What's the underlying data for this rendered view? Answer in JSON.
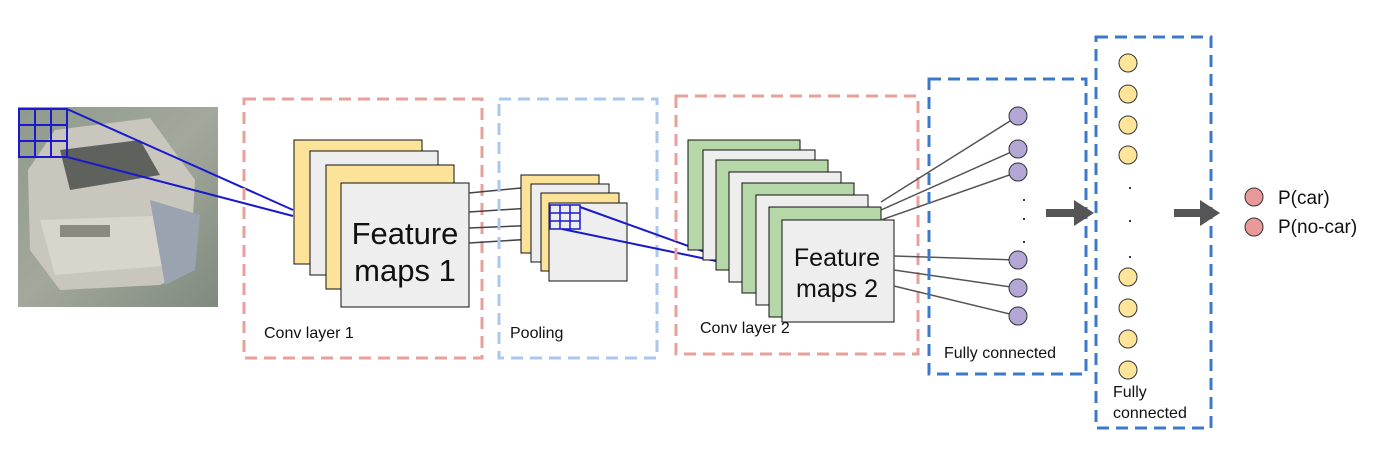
{
  "labels": {
    "conv1": "Conv layer 1",
    "pooling": "Pooling",
    "conv2": "Conv layer 2",
    "fc1": "Fully connected",
    "fc2_line1": "Fully",
    "fc2_line2": "connected"
  },
  "feature_maps_1": {
    "line1": "Feature",
    "line2": "maps 1"
  },
  "feature_maps_2": {
    "line1": "Feature",
    "line2": "maps 2"
  },
  "outputs": {
    "car": "P(car)",
    "no_car": "P(no-car)"
  },
  "ellipsis": {
    "dot": "."
  },
  "colors": {
    "conv_box": "#e8a09a",
    "pool_box": "#a9c8ec",
    "fc_box": "#3d78c8",
    "map_yellow": "#fde39a",
    "map_gray": "#eeeeee",
    "map_green": "#b6d7a8",
    "neuron_purple": "#b4a7d6",
    "neuron_yellow": "#ffe599",
    "output_red": "#ea9999",
    "kernel_blue": "#1a1acc",
    "arrow": "#555555"
  }
}
